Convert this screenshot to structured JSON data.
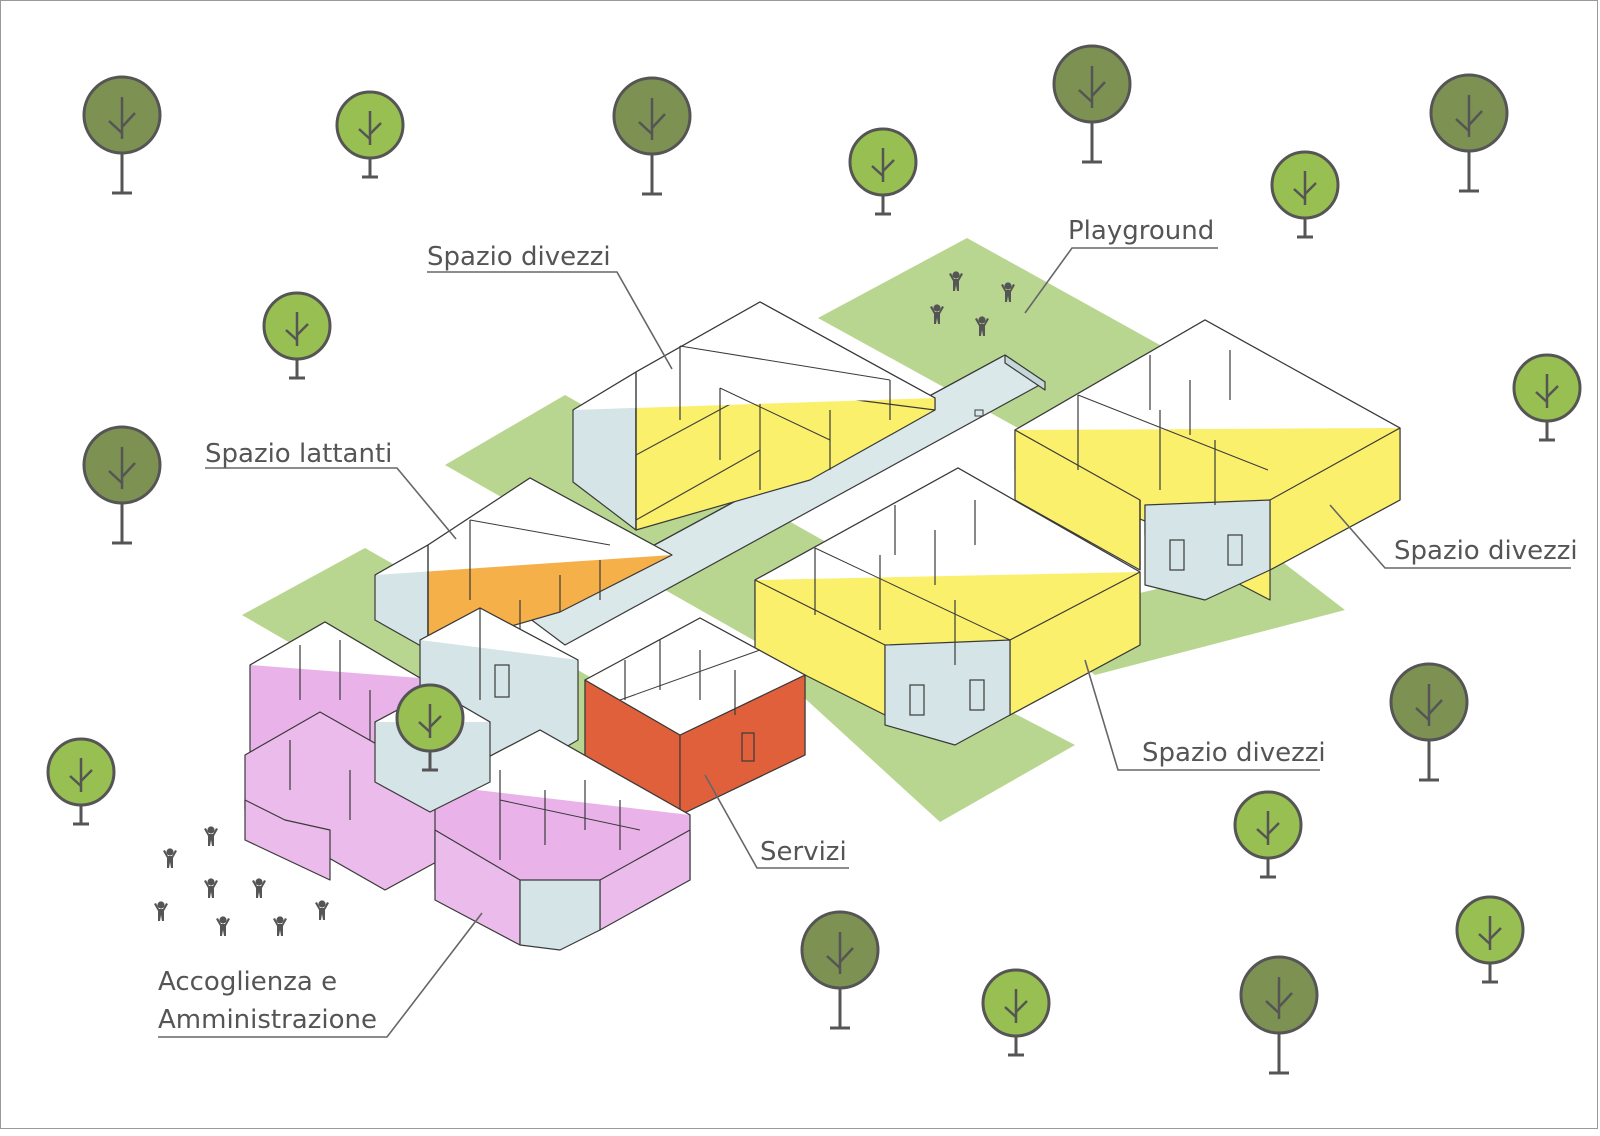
{
  "labels": {
    "playground": "Playground",
    "divezzi_top": "Spazio divezzi",
    "lattanti": "Spazio lattanti",
    "divezzi_right": "Spazio divezzi",
    "divezzi_bottom": "Spazio divezzi",
    "servizi": "Servizi",
    "accoglienza_line1": "Accoglienza e",
    "accoglienza_line2": "Amministrazione"
  },
  "colors": {
    "ground": "#b8d68f",
    "divezzi": "#fbf06c",
    "lattanti": "#f6b04a",
    "servizi": "#e0603c",
    "accoglienza": "#e9b3e9",
    "corridor": "#d5e4e6",
    "tree_dark": "#7d9252",
    "tree_light": "#98bf52",
    "trunk": "#555555",
    "people": "#555555"
  },
  "icons": {
    "tree": "tree-icon",
    "person": "person-icon"
  }
}
